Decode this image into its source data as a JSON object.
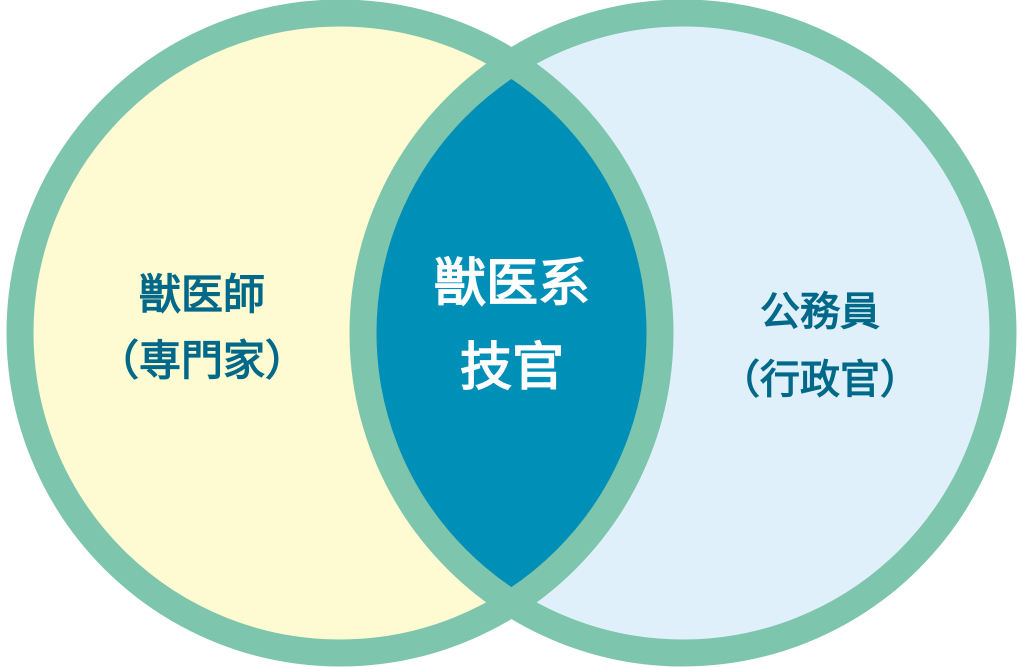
{
  "colors": {
    "left_fill": "#fefad2",
    "right_fill": "#e0f0fa",
    "intersection_fill": "#008fb6",
    "ring": "#7dc5ac",
    "text_dark": "#00698a",
    "text_light": "#ffffff"
  },
  "left": {
    "line1": "獣医師",
    "line2": "（専門家）"
  },
  "intersection": {
    "line1": "獣医系",
    "line2": "技官"
  },
  "right": {
    "line1": "公務員",
    "line2": "（行政官）"
  }
}
